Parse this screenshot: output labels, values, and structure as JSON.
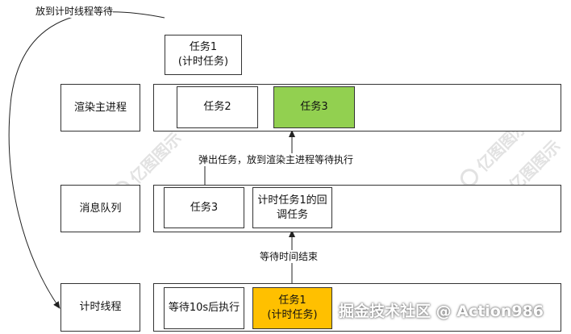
{
  "top_annotation": "放到计时线程等待",
  "floating_task": {
    "line1": "任务1",
    "line2": "(计时任务)"
  },
  "render_thread": {
    "label": "渲染主进程",
    "tasks": [
      {
        "text": "任务2",
        "color": "#ffffff"
      },
      {
        "text": "任务3",
        "color": "#92d050"
      }
    ]
  },
  "pop_annotation": "弹出任务，放到渲染主进程等待执行",
  "message_queue": {
    "label": "消息队列",
    "tasks": [
      {
        "text": "任务3",
        "color": "#ffffff"
      },
      {
        "line1": "计时任务1的回",
        "line2": "调任务",
        "color": "#ffffff"
      }
    ]
  },
  "wait_annotation": "等待时间结束",
  "timer_thread": {
    "label": "计时线程",
    "tasks": [
      {
        "text": "等待10s后执行",
        "color": "#ffffff"
      },
      {
        "line1": "任务1",
        "line2": "(计时任务)",
        "color": "#ffc000"
      }
    ]
  },
  "watermark": {
    "text": "亿图图示"
  },
  "credit": "掘金技术社区 @ Action986"
}
